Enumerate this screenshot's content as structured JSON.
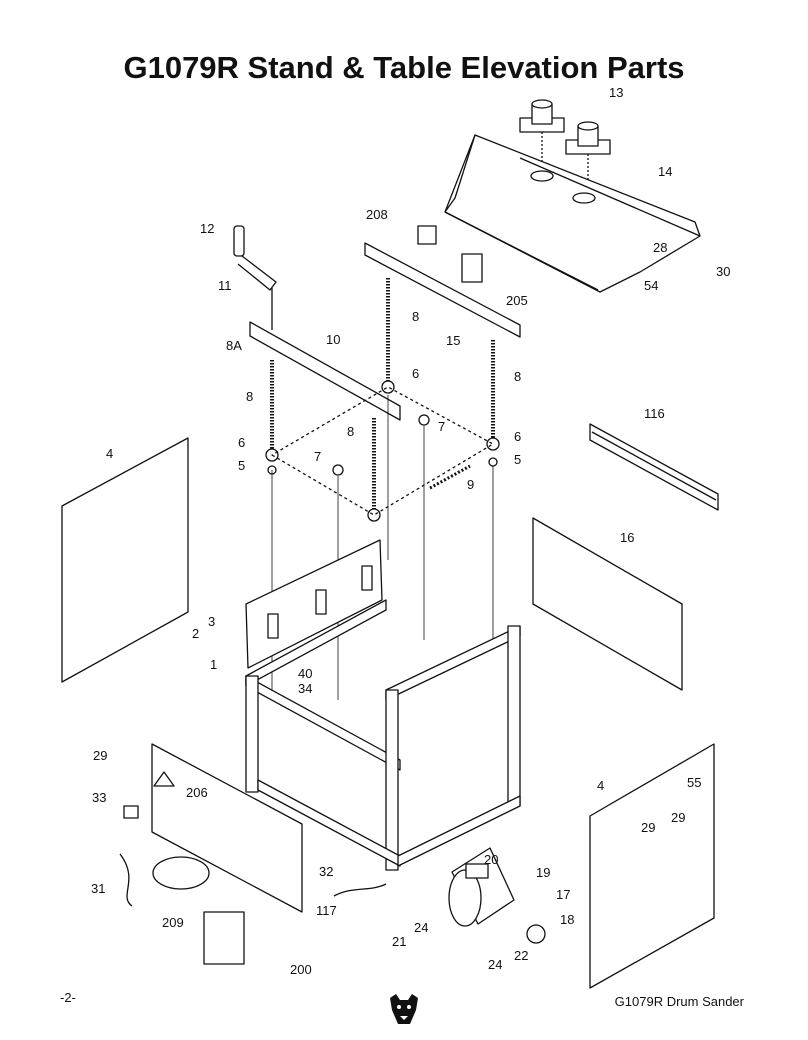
{
  "title": "G1079R Stand & Table Elevation Parts",
  "callouts": [
    {
      "id": "c13",
      "label": "13"
    },
    {
      "id": "c14",
      "label": "14"
    },
    {
      "id": "c208",
      "label": "208"
    },
    {
      "id": "c12",
      "label": "12"
    },
    {
      "id": "c28",
      "label": "28"
    },
    {
      "id": "c30",
      "label": "30"
    },
    {
      "id": "c54",
      "label": "54"
    },
    {
      "id": "c205",
      "label": "205"
    },
    {
      "id": "c11",
      "label": "11"
    },
    {
      "id": "c8a",
      "label": "8"
    },
    {
      "id": "c8A",
      "label": "8A"
    },
    {
      "id": "c10",
      "label": "10"
    },
    {
      "id": "c15",
      "label": "15"
    },
    {
      "id": "c6a",
      "label": "6"
    },
    {
      "id": "c8b",
      "label": "8"
    },
    {
      "id": "c8c",
      "label": "8"
    },
    {
      "id": "c116",
      "label": "116"
    },
    {
      "id": "c4a",
      "label": "4"
    },
    {
      "id": "c7a",
      "label": "7"
    },
    {
      "id": "c8d",
      "label": "8"
    },
    {
      "id": "c6b",
      "label": "6"
    },
    {
      "id": "c6c",
      "label": "6"
    },
    {
      "id": "c7b",
      "label": "7"
    },
    {
      "id": "c5a",
      "label": "5"
    },
    {
      "id": "c5b",
      "label": "5"
    },
    {
      "id": "c9",
      "label": "9"
    },
    {
      "id": "c16",
      "label": "16"
    },
    {
      "id": "c3",
      "label": "3"
    },
    {
      "id": "c2",
      "label": "2"
    },
    {
      "id": "c1",
      "label": "1"
    },
    {
      "id": "c40",
      "label": "40"
    },
    {
      "id": "c34",
      "label": "34"
    },
    {
      "id": "c29a",
      "label": "29"
    },
    {
      "id": "c4b",
      "label": "4"
    },
    {
      "id": "c55",
      "label": "55"
    },
    {
      "id": "c206",
      "label": "206"
    },
    {
      "id": "c33",
      "label": "33"
    },
    {
      "id": "c29b",
      "label": "29"
    },
    {
      "id": "c29c",
      "label": "29"
    },
    {
      "id": "c20",
      "label": "20"
    },
    {
      "id": "c19",
      "label": "19"
    },
    {
      "id": "c32",
      "label": "32"
    },
    {
      "id": "c31",
      "label": "31"
    },
    {
      "id": "c17",
      "label": "17"
    },
    {
      "id": "c117",
      "label": "117"
    },
    {
      "id": "c18",
      "label": "18"
    },
    {
      "id": "c209",
      "label": "209"
    },
    {
      "id": "c24a",
      "label": "24"
    },
    {
      "id": "c21",
      "label": "21"
    },
    {
      "id": "c22",
      "label": "22"
    },
    {
      "id": "c24b",
      "label": "24"
    },
    {
      "id": "c200",
      "label": "200"
    }
  ],
  "footer": {
    "page_number": "-2-",
    "product": "G1079R Drum Sander"
  }
}
